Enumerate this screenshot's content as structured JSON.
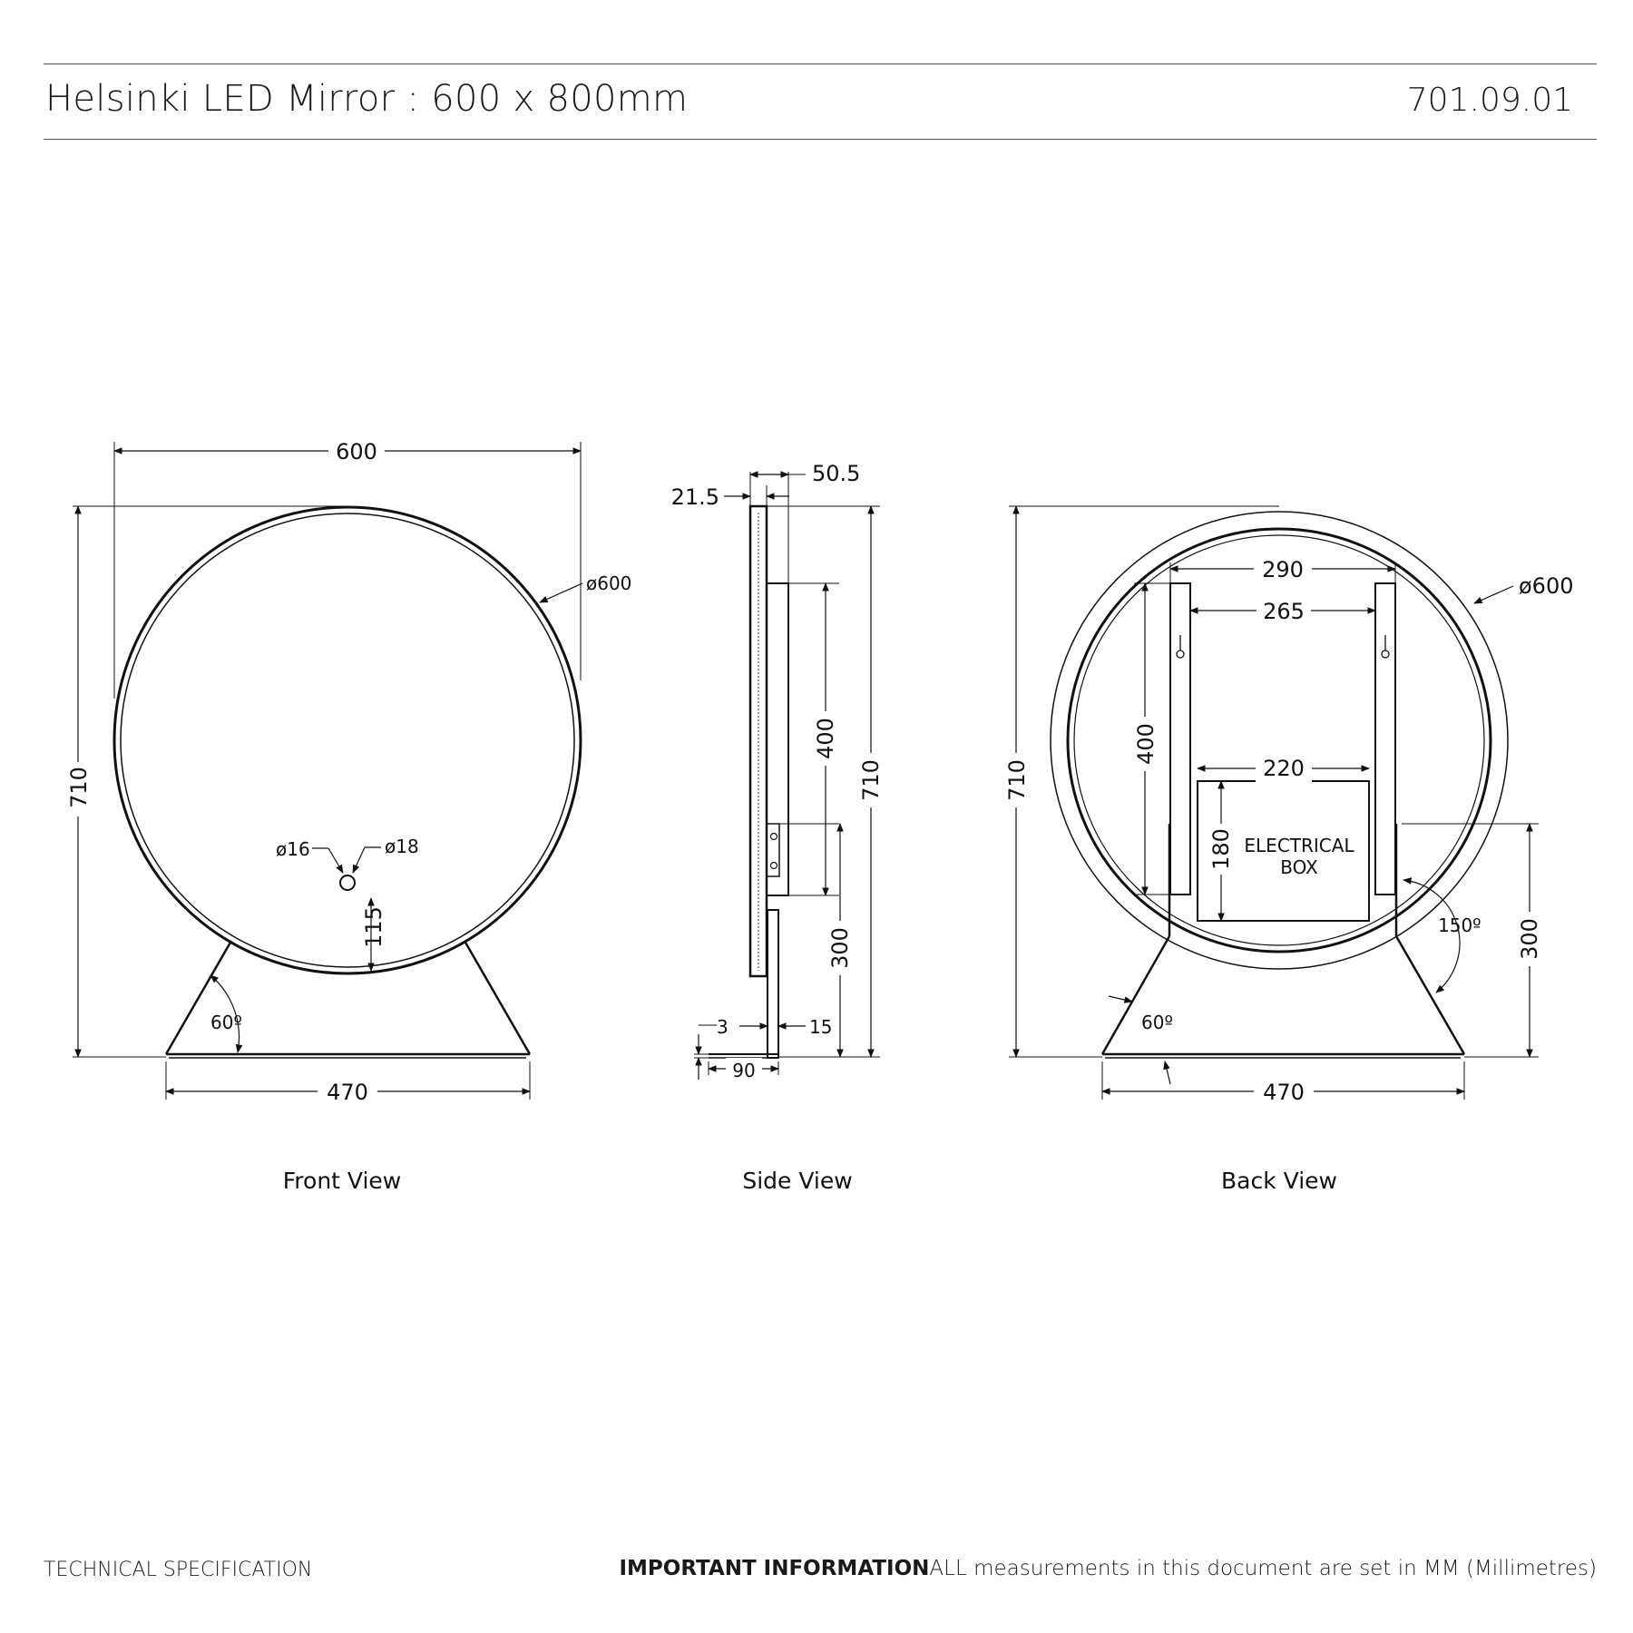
{
  "header": {
    "title": "Helsinki LED Mirror : 600 x 800mm",
    "code": "701.09.01"
  },
  "front_view": {
    "caption": "Front View",
    "width_dim": "600",
    "height_dim": "710",
    "diameter_dim": "ø600",
    "sensor_left_dim": "ø16",
    "sensor_right_dim": "ø18",
    "sensor_height_dim": "115",
    "angle_dim": "60º",
    "base_width_dim": "470"
  },
  "side_view": {
    "caption": "Side View",
    "depth_total_dim": "50.5",
    "depth_frame_dim": "21.5",
    "bracket_height_dim": "400",
    "height_dim": "710",
    "lower_dim": "300",
    "foot_thickness_dim": "3",
    "stem_width_dim": "15",
    "foot_length_dim": "90"
  },
  "back_view": {
    "caption": "Back View",
    "rail_outer_dim": "290",
    "rail_inner_dim": "265",
    "diameter_dim": "ø600",
    "height_dim": "710",
    "rail_height_dim": "400",
    "box_width_dim": "220",
    "box_height_dim": "180",
    "box_label_line1": "ELECTRICAL",
    "box_label_line2": "BOX",
    "angle_top_dim": "150º",
    "lower_dim": "300",
    "angle_bottom_dim": "60º",
    "base_width_dim": "470"
  },
  "footer": {
    "left": "TECHNICAL SPECIFICATION",
    "notice_label": "IMPORTANT INFORMATION",
    "notice_text": "ALL measurements in this document are set in MM (Millimetres)"
  }
}
